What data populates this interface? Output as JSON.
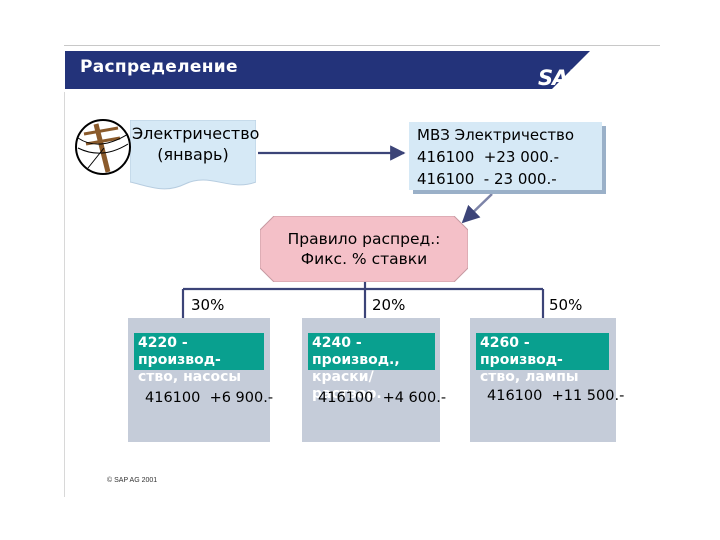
{
  "slide": {
    "title": "Распределение",
    "logo_text": "SAP",
    "copyright": "© SAP AG 2001"
  },
  "source": {
    "line1": "Электричество",
    "line2": "(январь)",
    "icon": "power-pole-icon"
  },
  "cost_center": {
    "line1": "МВЗ Электричество",
    "line2": "416100  +23 000.-",
    "line3": "416100  - 23 000.-"
  },
  "rule": {
    "line1": "Правило распред.:",
    "line2": "Фикс. % ставки"
  },
  "receivers": [
    {
      "percent": "30%",
      "head1": "4220 - производ-",
      "head2": "ство, насосы",
      "value": "416100  +6 900.-"
    },
    {
      "percent": "20%",
      "head1": "4240 - производ.,",
      "head2": "краски/раствор.",
      "value": "416100  +4 600.-"
    },
    {
      "percent": "50%",
      "head1": "4260 - производ-",
      "head2": "ство, лампы",
      "value": "416100  +11 500.-"
    }
  ],
  "colors": {
    "title_bar": "#23337a",
    "document": "#d6e9f6",
    "rule_octagon": "#f4c0c8",
    "receiver_box": "#c5ccd9",
    "receiver_header": "#09a08f",
    "connector": "#3c4478"
  }
}
